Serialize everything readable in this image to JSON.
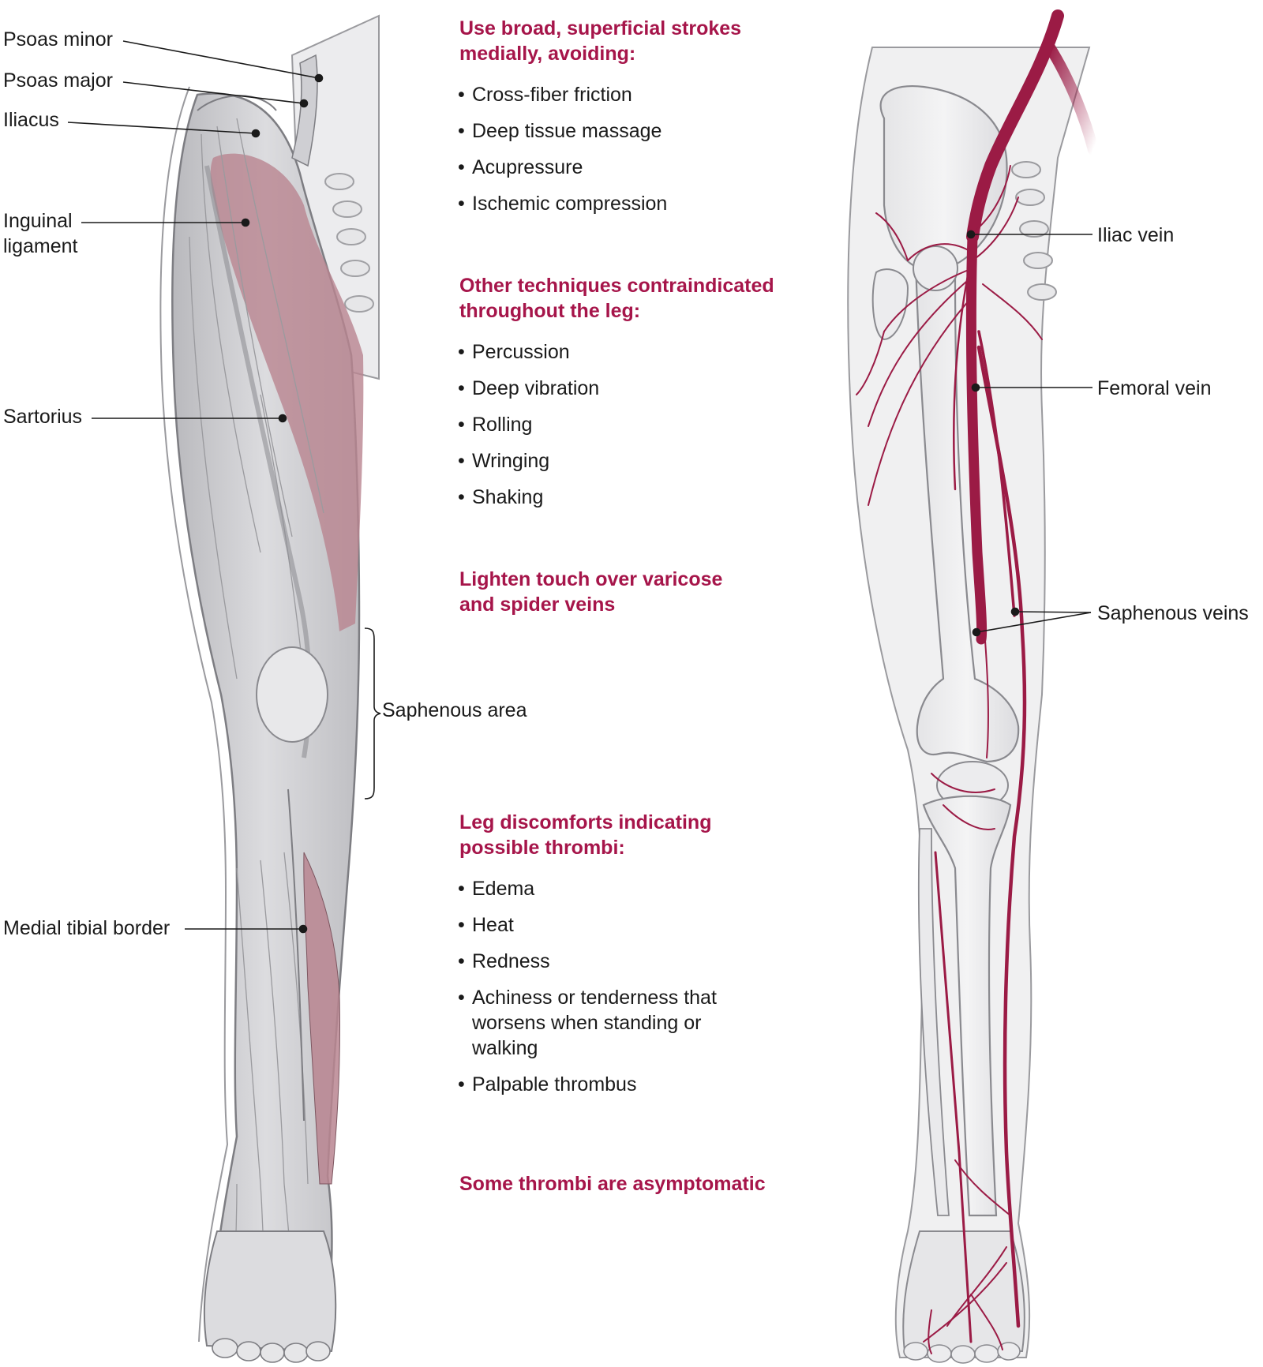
{
  "left_labels": {
    "psoas_minor": "Psoas minor",
    "psoas_major": "Psoas major",
    "iliacus": "Iliacus",
    "inguinal_ligament": "Inguinal ligament",
    "sartorius": "Sartorius",
    "saphenous_area": "Saphenous area",
    "medial_tibial_border": "Medial tibial border"
  },
  "right_labels": {
    "iliac_vein": "Iliac vein",
    "femoral_vein": "Femoral vein",
    "saphenous_veins": "Saphenous veins"
  },
  "notes": {
    "section1": {
      "heading": "Use broad, superficial strokes medially, avoiding:",
      "items": [
        "Cross-fiber friction",
        "Deep tissue massage",
        "Acupressure",
        "Ischemic compression"
      ]
    },
    "section2": {
      "heading": "Other techniques contraindicated throughout the leg:",
      "items": [
        "Percussion",
        "Deep vibration",
        "Rolling",
        "Wringing",
        "Shaking"
      ]
    },
    "section3": {
      "heading": "Lighten touch over varicose and spider veins"
    },
    "section4": {
      "heading": "Leg discomforts indicating possible thrombi:",
      "items": [
        "Edema",
        "Heat",
        "Redness",
        "Achiness or tenderness that worsens when standing or walking",
        "Palpable thrombus"
      ]
    },
    "section5": {
      "heading": "Some thrombi are asymptomatic"
    }
  },
  "colors": {
    "accent": "#a6154a",
    "vein": "#9b1b45",
    "highlight": "#b98590"
  }
}
